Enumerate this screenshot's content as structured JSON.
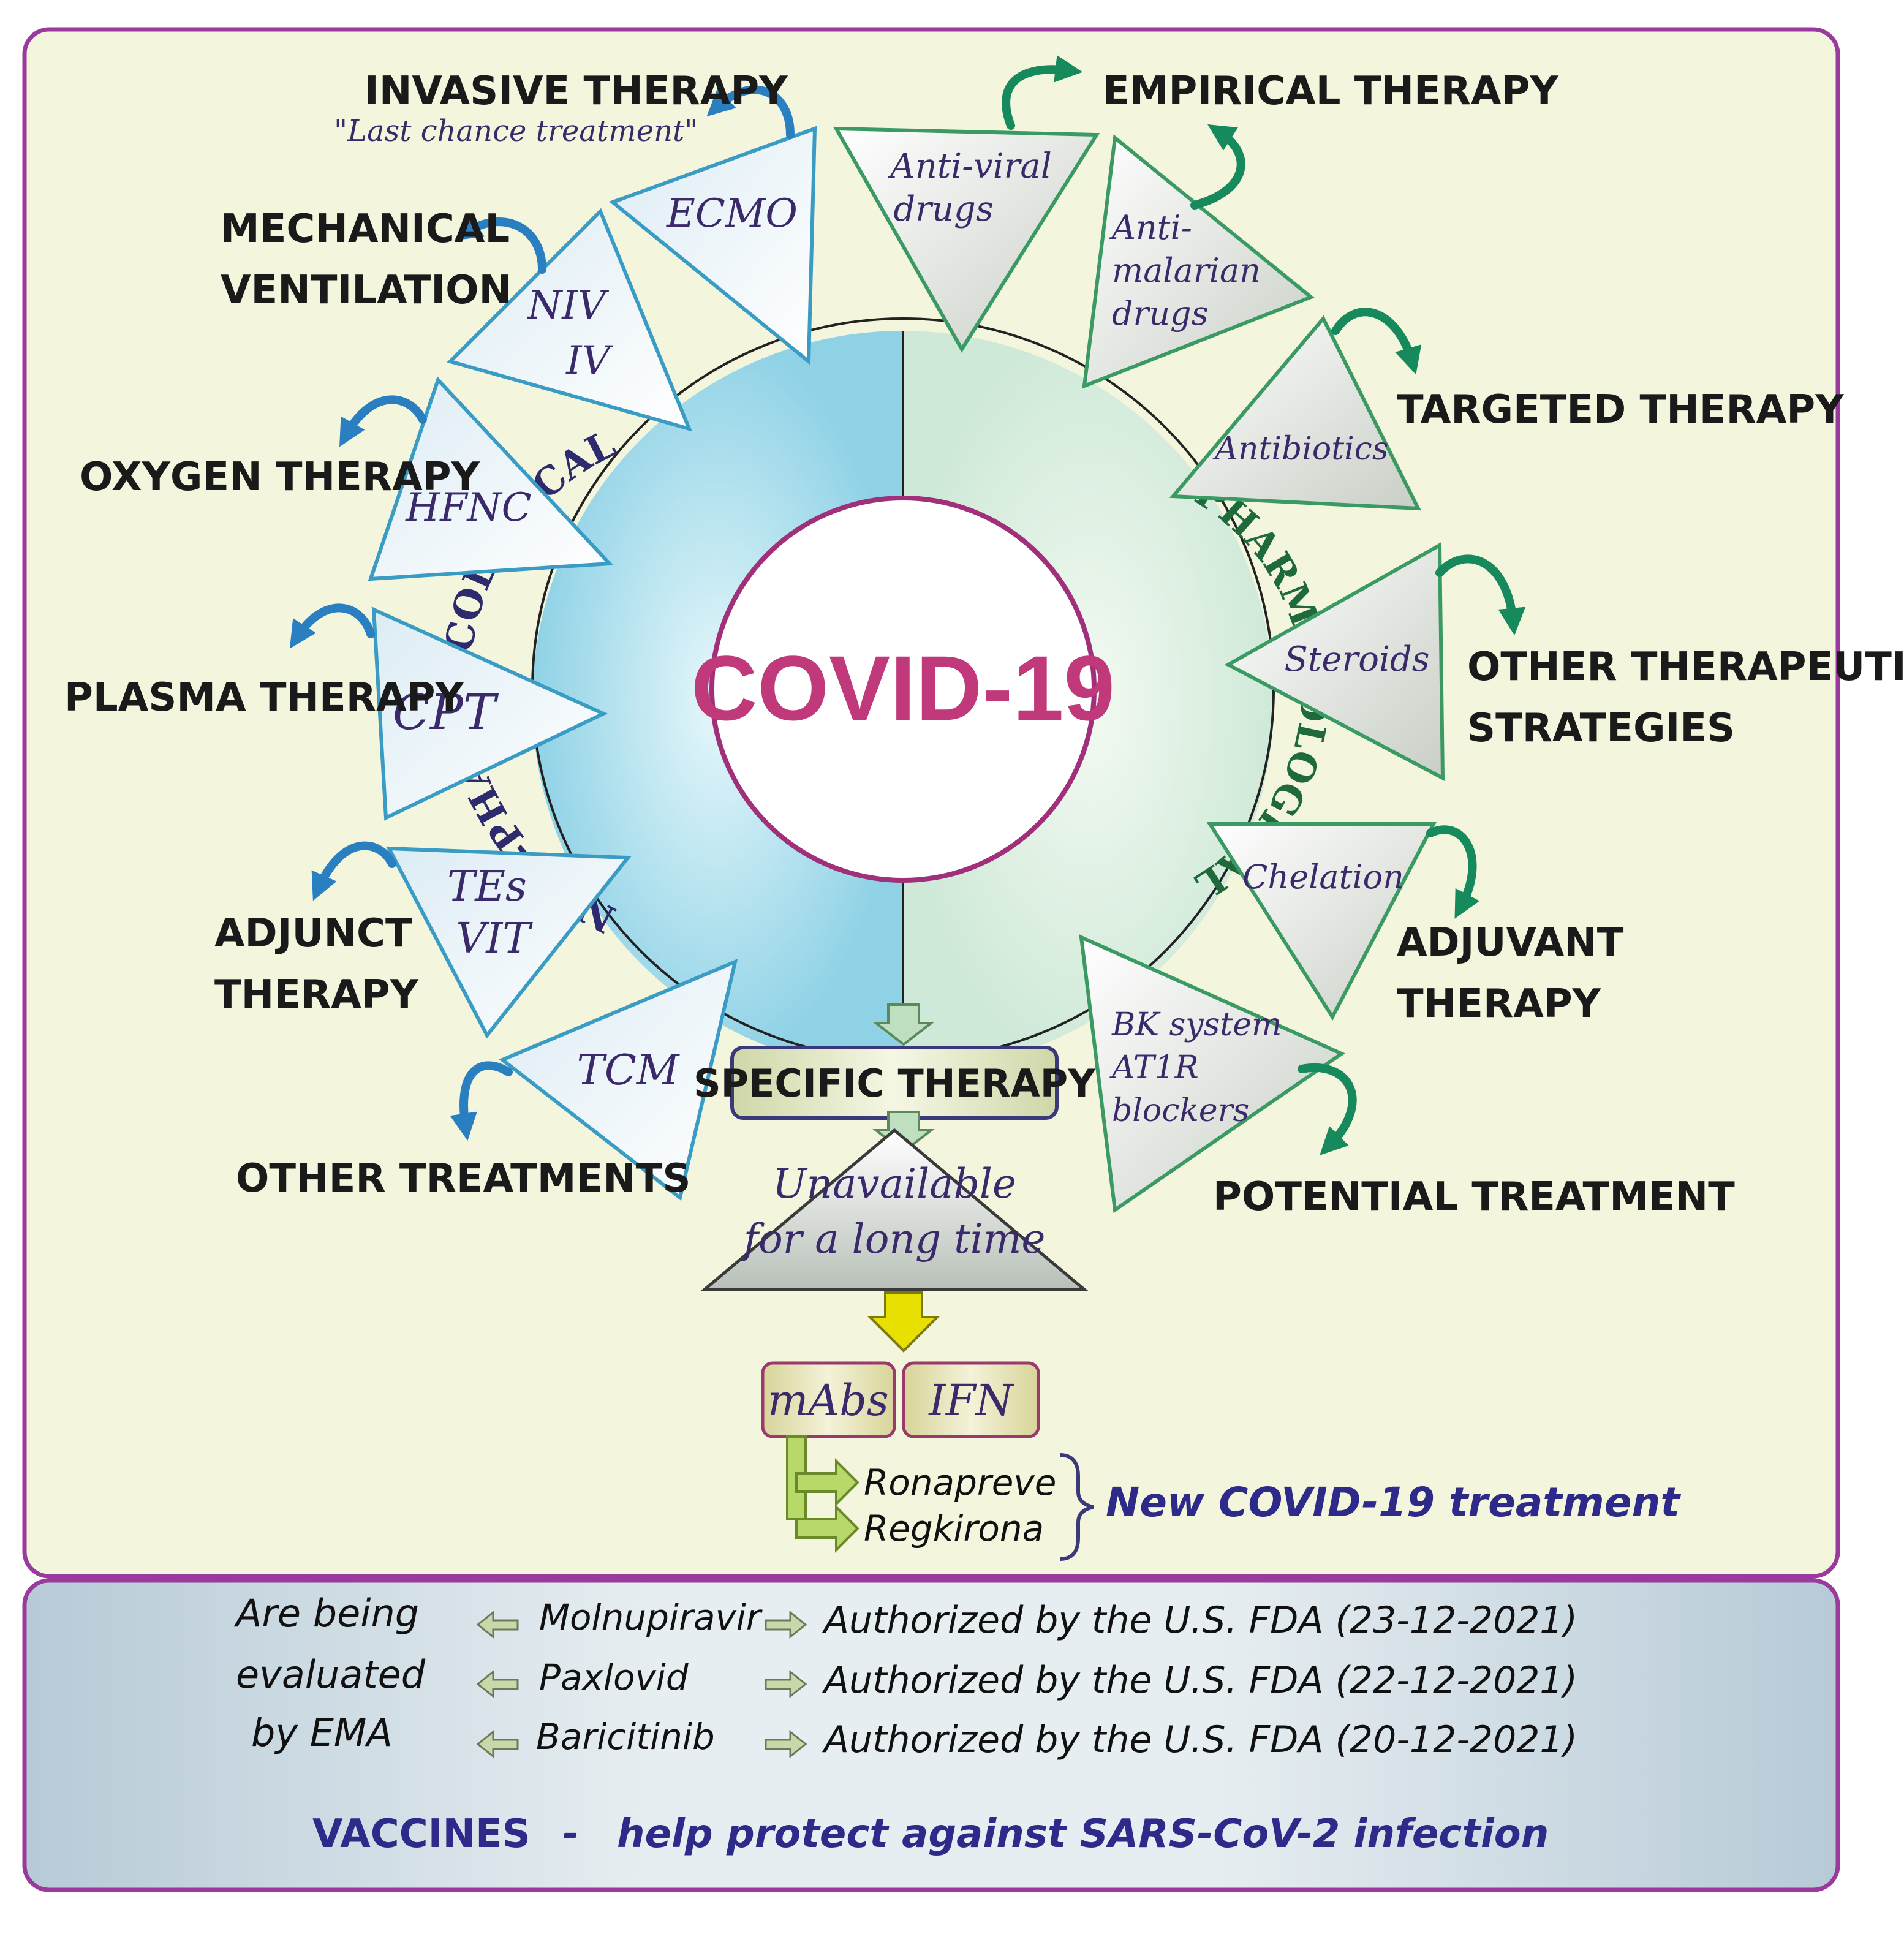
{
  "colors": {
    "panel_bg": "#f4f5dd",
    "panel_border": "#9a3a9c",
    "bottom_bg": "#c9d9e4",
    "tri_blue": "#3a9cc4",
    "tri_green": "#3b9a64",
    "arrow_blue": "#2a7fc0",
    "arrow_green": "#168a5c",
    "covid_text": "#c0397a",
    "vaccine_text": "#2e2a8a"
  },
  "center": {
    "title": "COVID-19",
    "left_label": "NON-PHARMACOLOGICAL",
    "right_label": "PHARMACOLOGICAL"
  },
  "left_items": [
    {
      "node": "ECMO",
      "label_lines": [
        "INVASIVE THERAPY"
      ],
      "note": "\"Last chance treatment\""
    },
    {
      "node_lines": [
        "NIV",
        "IV"
      ],
      "label_lines": [
        "MECHANICAL",
        "VENTILATION"
      ]
    },
    {
      "node": "HFNC",
      "label_lines": [
        "OXYGEN THERAPY"
      ]
    },
    {
      "node": "CPT",
      "label_lines": [
        "PLASMA THERAPY"
      ]
    },
    {
      "node_lines": [
        "TEs",
        "VIT"
      ],
      "label_lines": [
        "ADJUNCT",
        "THERAPY"
      ]
    },
    {
      "node": "TCM",
      "label_lines": [
        "OTHER TREATMENTS"
      ]
    }
  ],
  "right_items": [
    {
      "node_lines": [
        "Anti-viral",
        "drugs"
      ],
      "label_lines": [
        "EMPIRICAL THERAPY"
      ]
    },
    {
      "node_lines": [
        "Anti-",
        "malarian",
        "drugs"
      ]
    },
    {
      "node": "Antibiotics",
      "label_lines": [
        "TARGETED THERAPY"
      ]
    },
    {
      "node": "Steroids",
      "label_lines": [
        "OTHER THERAPEUTIC",
        "STRATEGIES"
      ]
    },
    {
      "node": "Chelation",
      "label_lines": [
        "ADJUVANT",
        "THERAPY"
      ]
    },
    {
      "node_lines": [
        "BK system",
        "AT1R",
        "blockers"
      ],
      "label_lines": [
        "POTENTIAL TREATMENT"
      ]
    }
  ],
  "specific": {
    "box": "SPECIFIC THERAPY",
    "unavailable_lines": [
      "Unavailable",
      "for a long time"
    ],
    "mabs": "mAbs",
    "ifn": "IFN",
    "drugs": [
      "Ronapreve",
      "Regkirona"
    ],
    "new_treatment": "New COVID-19 treatment"
  },
  "bottom": {
    "ema_lines": [
      "Are being",
      "evaluated",
      "by EMA"
    ],
    "drugs": [
      "Molnupiravir",
      "Paxlovid",
      "Baricitinib"
    ],
    "fda": [
      "Authorized by the U.S. FDA (23-12-2021)",
      "Authorized by the U.S. FDA (22-12-2021)",
      "Authorized by the U.S. FDA (20-12-2021)"
    ],
    "vaccines_word": "VACCINES",
    "vaccines_dash": "-",
    "vaccines_rest": "help protect against  SARS-CoV-2  infection"
  }
}
